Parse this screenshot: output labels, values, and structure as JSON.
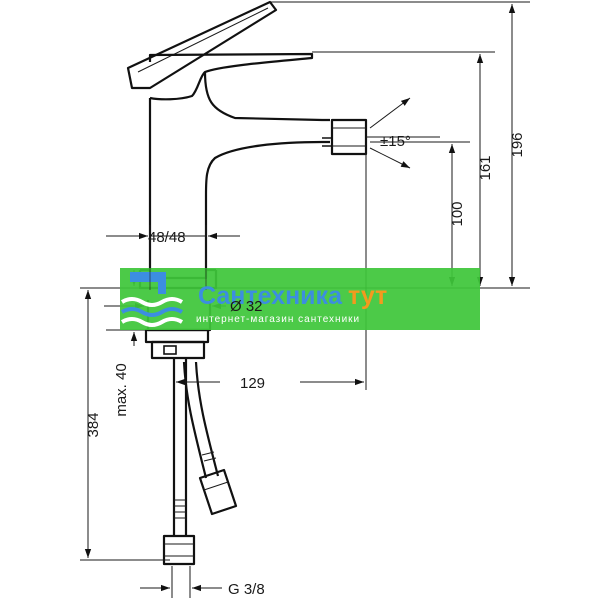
{
  "dimensions": {
    "height_total": "196",
    "height_spout": "161",
    "height_outlet": "100",
    "swivel_angle": "±15°",
    "base_width": "48/48",
    "hole_diameter": "Ø 32",
    "reach": "129",
    "max_thickness": "max. 40",
    "hose_length": "384",
    "thread": "G 3/8"
  },
  "watermark": {
    "title_main": "Сантехника",
    "title_accent": "тут",
    "subtitle": "интернет-магазин сантехники",
    "colors": {
      "band": "#3ec63a",
      "title": "#3c8ee0",
      "accent": "#f39a1e"
    }
  }
}
